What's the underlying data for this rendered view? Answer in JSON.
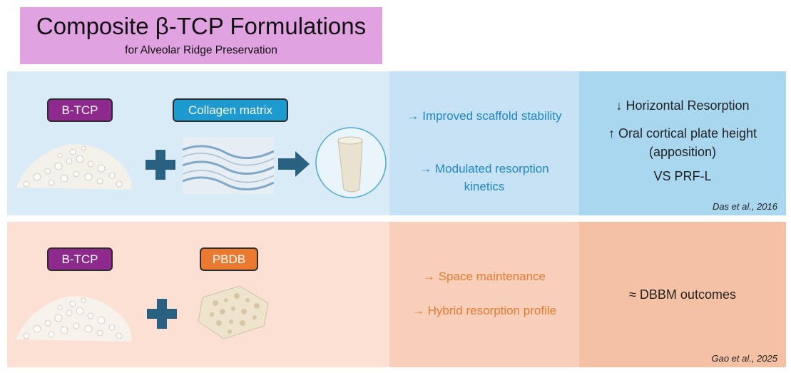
{
  "title": {
    "main": "Composite β-TCP Formulations",
    "subtitle": "for Alveolar Ridge Preservation"
  },
  "row1": {
    "ingredient_a": "B-TCP",
    "ingredient_b": "Collagen matrix",
    "effect_1": "→ Improved scaffold stability",
    "effect_2": "→ Modulated resorption kinetics",
    "outcome_1": "↓ Horizontal Resorption",
    "outcome_2": "↑ Oral cortical plate height",
    "outcome_2b": "(apposition)",
    "outcome_3": "VS PRF-L",
    "citation": "Das et al., 2016"
  },
  "row2": {
    "ingredient_a": "B-TCP",
    "ingredient_b": "PBDB",
    "effect_1": "→ Space maintenance",
    "effect_2": "→ Hybrid resorption profile",
    "outcome_1": "≈ DBBM outcomes",
    "citation": "Gao et al., 2025"
  },
  "colors": {
    "title_bg": "#e0a2e0",
    "row1_left": "#d9ebf7",
    "row1_mid": "#c6e2f4",
    "row1_right": "#a9d7f0",
    "row2_left": "#fce0d3",
    "row2_mid": "#f8cfba",
    "row2_right": "#f4c1a5",
    "btcp_pill": "#8e2a8e",
    "collagen_pill": "#1d9ad0",
    "pbdb_pill": "#ea7a30",
    "plus_color": "#2b6180"
  },
  "icons": [
    "granules-image",
    "plus-icon",
    "collagen-fibers-image",
    "arrow-right-icon",
    "scaffold-cone-image",
    "porous-bone-block-image"
  ]
}
